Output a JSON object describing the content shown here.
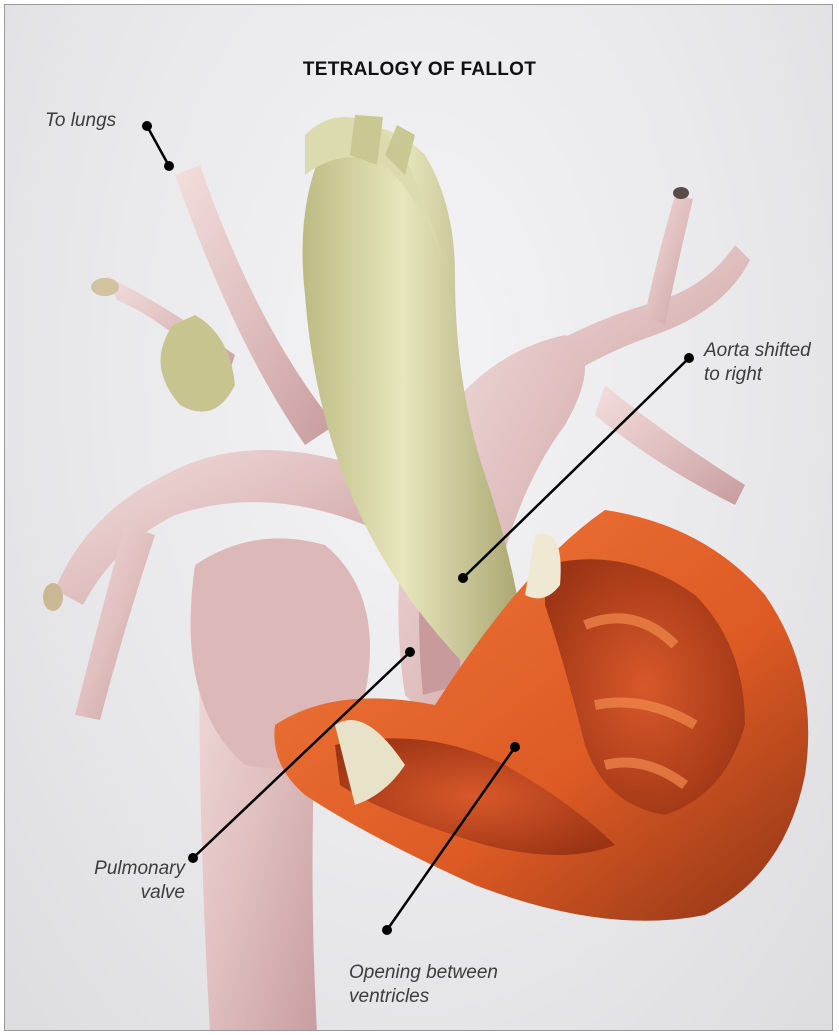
{
  "title": "TETRALOGY OF FALLOT",
  "labels": {
    "to_lungs": "To lungs",
    "aorta": "Aorta shifted\nto right",
    "pulmonary_valve": "Pulmonary\nvalve",
    "opening": "Opening between\nventricles"
  },
  "colors": {
    "vessel_pink": "#e2c3c3",
    "aorta_olive": "#cfcd9a",
    "muscle_orange": "#e2652b",
    "cavity_dark": "#b8401a",
    "leader_line": "#000000"
  }
}
